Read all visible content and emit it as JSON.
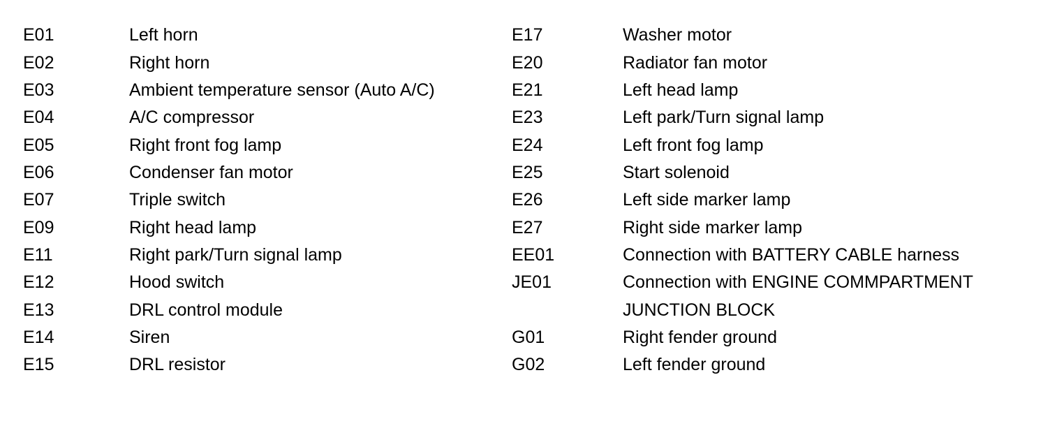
{
  "left_column": [
    {
      "code": "E01",
      "description": "Left horn"
    },
    {
      "code": "E02",
      "description": "Right horn"
    },
    {
      "code": "E03",
      "description": "Ambient temperature sensor (Auto A/C)"
    },
    {
      "code": "E04",
      "description": "A/C compressor"
    },
    {
      "code": "E05",
      "description": "Right front fog lamp"
    },
    {
      "code": "E06",
      "description": "Condenser fan motor"
    },
    {
      "code": "E07",
      "description": "Triple switch"
    },
    {
      "code": "E09",
      "description": "Right head lamp"
    },
    {
      "code": "E11",
      "description": "Right park/Turn signal lamp"
    },
    {
      "code": "E12",
      "description": "Hood switch"
    },
    {
      "code": "E13",
      "description": "DRL control module"
    },
    {
      "code": "E14",
      "description": "Siren"
    },
    {
      "code": "E15",
      "description": "DRL resistor"
    }
  ],
  "right_column": [
    {
      "code": "E17",
      "description": "Washer motor"
    },
    {
      "code": "E20",
      "description": "Radiator fan motor"
    },
    {
      "code": "E21",
      "description": "Left head lamp"
    },
    {
      "code": "E23",
      "description": "Left park/Turn signal lamp"
    },
    {
      "code": "E24",
      "description": "Left front fog lamp"
    },
    {
      "code": "E25",
      "description": "Start solenoid"
    },
    {
      "code": "E26",
      "description": "Left side marker lamp"
    },
    {
      "code": "E27",
      "description": "Right side marker lamp"
    },
    {
      "code": "EE01",
      "description": "Connection with BATTERY CABLE harness"
    },
    {
      "code": "JE01",
      "description": "Connection with ENGINE COMMPARTMENT"
    },
    {
      "code": "",
      "description": "JUNCTION BLOCK"
    },
    {
      "code": "G01",
      "description": "Right fender ground"
    },
    {
      "code": "G02",
      "description": "Left fender ground"
    }
  ]
}
